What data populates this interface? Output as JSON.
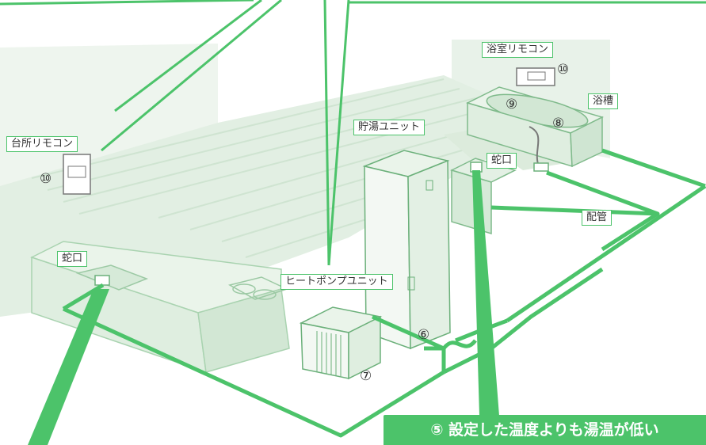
{
  "labels": {
    "kitchen_remote": "台所リモコン",
    "bathroom_remote": "浴室リモコン",
    "storage_unit": "貯湯ユニット",
    "heat_pump_unit": "ヒートポンプユニット",
    "bathtub": "浴槽",
    "faucet_kitchen": "蛇口",
    "faucet_bath": "蛇口",
    "piping": "配管"
  },
  "numbers": {
    "kitchen_remote": "⑩",
    "bathroom_remote": "⑩",
    "bath_adapter": "⑧",
    "bath_fill": "⑨",
    "pipe_joint": "⑥",
    "heat_pump": "⑦"
  },
  "callout": {
    "text": "⑤ 設定した温度よりも湯温が低い"
  },
  "colors": {
    "accent": "#4cc36a",
    "floor": "#dfeee0",
    "wall": "#eef5ee",
    "outline": "#9cc9a4"
  }
}
